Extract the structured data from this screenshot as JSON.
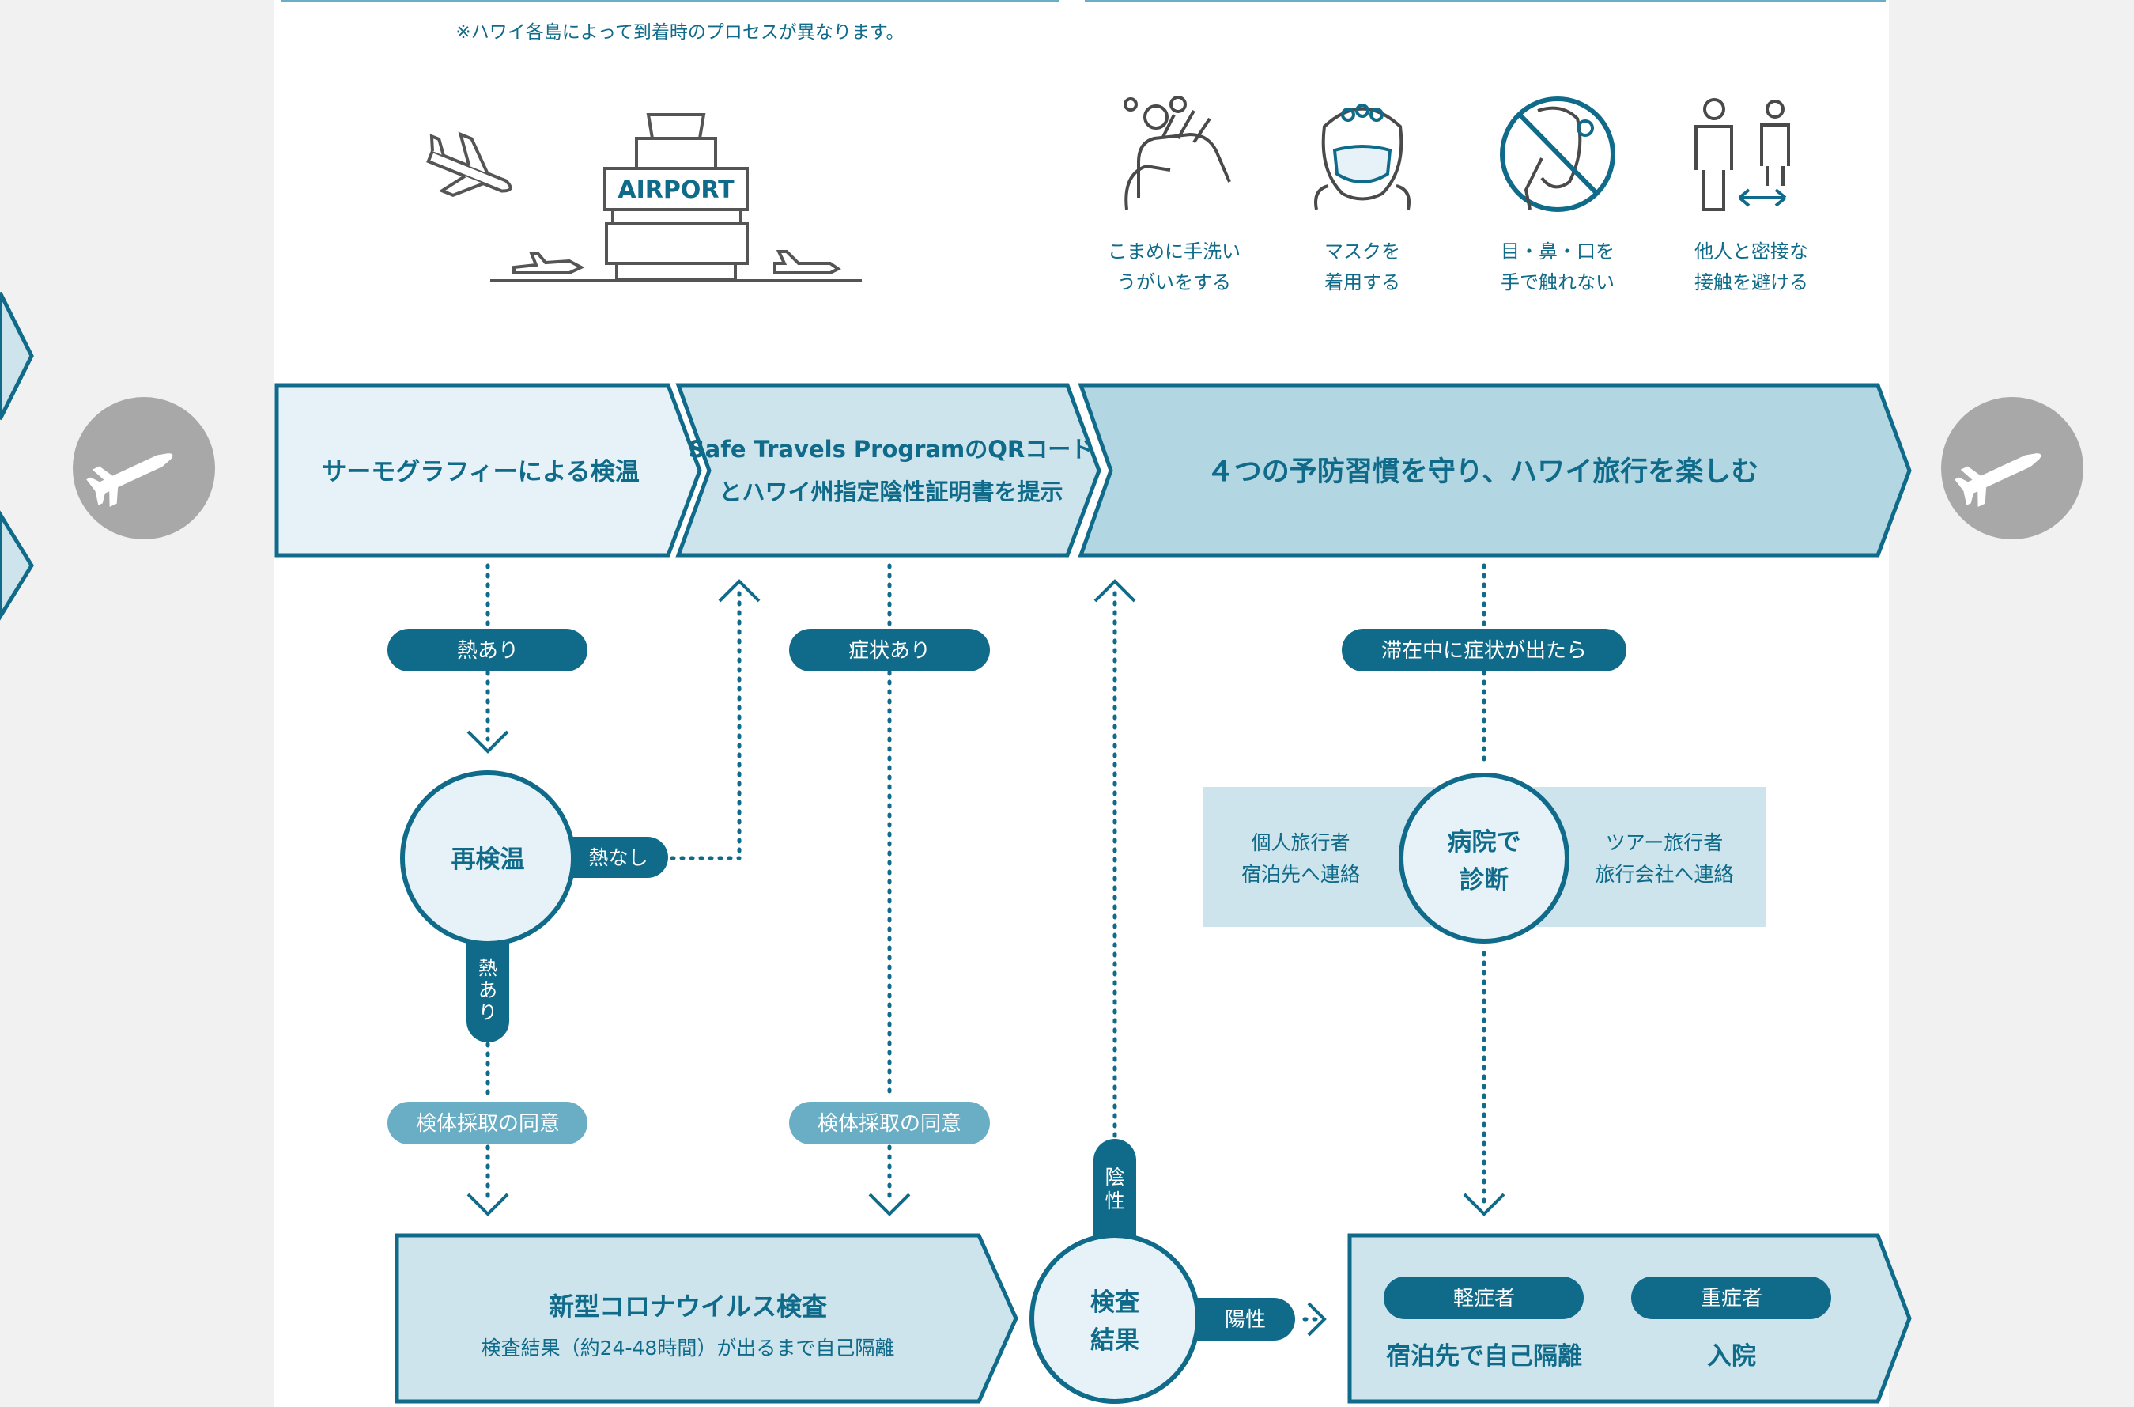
{
  "note": "※ハワイ各島によって到着時のプロセスが異なります。",
  "airport_sign": "AIRPORT",
  "habits": [
    {
      "icon": "hand-wash-icon",
      "line1": "こまめに手洗い",
      "line2": "うがいをする"
    },
    {
      "icon": "mask-icon",
      "line1": "マスクを",
      "line2": "着用する"
    },
    {
      "icon": "no-face-touch-icon",
      "line1": "目・鼻・口を",
      "line2": "手で触れない"
    },
    {
      "icon": "social-distance-icon",
      "line1": "他人と密接な",
      "line2": "接触を避ける"
    }
  ],
  "steps": {
    "thermo": "サーモグラフィーによる検温",
    "qr_line1": "Safe Travels ProgramのQRコード",
    "qr_line2": "とハワイ州指定陰性証明書を提示",
    "enjoy": "４つの予防習慣を守り、ハワイ旅行を楽しむ"
  },
  "branches": {
    "fever": "熱あり",
    "symptoms": "症状あり",
    "symptoms_during_stay": "滞在中に症状が出たら",
    "recheck": "再検温",
    "no_fever": "熱なし",
    "fever_vertical": [
      "熱",
      "あ",
      "り"
    ],
    "consent_1": "検体採取の同意",
    "consent_2": "検体採取の同意"
  },
  "hospital": {
    "individual_line1": "個人旅行者",
    "individual_line2": "宿泊先へ連絡",
    "circle_line1": "病院で",
    "circle_line2": "診断",
    "tour_line1": "ツアー旅行者",
    "tour_line2": "旅行会社へ連絡"
  },
  "test": {
    "title": "新型コロナウイルス検査",
    "subtitle": "検査結果（約24-48時間）が出るまで自己隔離",
    "result_line1": "検査",
    "result_line2": "結果",
    "negative": [
      "陰",
      "性"
    ],
    "positive": "陽性"
  },
  "outcome": {
    "mild": "軽症者",
    "severe": "重症者",
    "mild_action": "宿泊先で自己隔離",
    "severe_action": "入院"
  },
  "colors": {
    "dark_teal": "#0f6b89",
    "light_fill": "#e6f2f7",
    "mid_fill": "#cde4ec",
    "deep_fill": "#b2d7e2",
    "soft_badge": "#6aaec5",
    "gray_circle": "#a8a8a8",
    "icon_gray": "#4a4a4a"
  }
}
